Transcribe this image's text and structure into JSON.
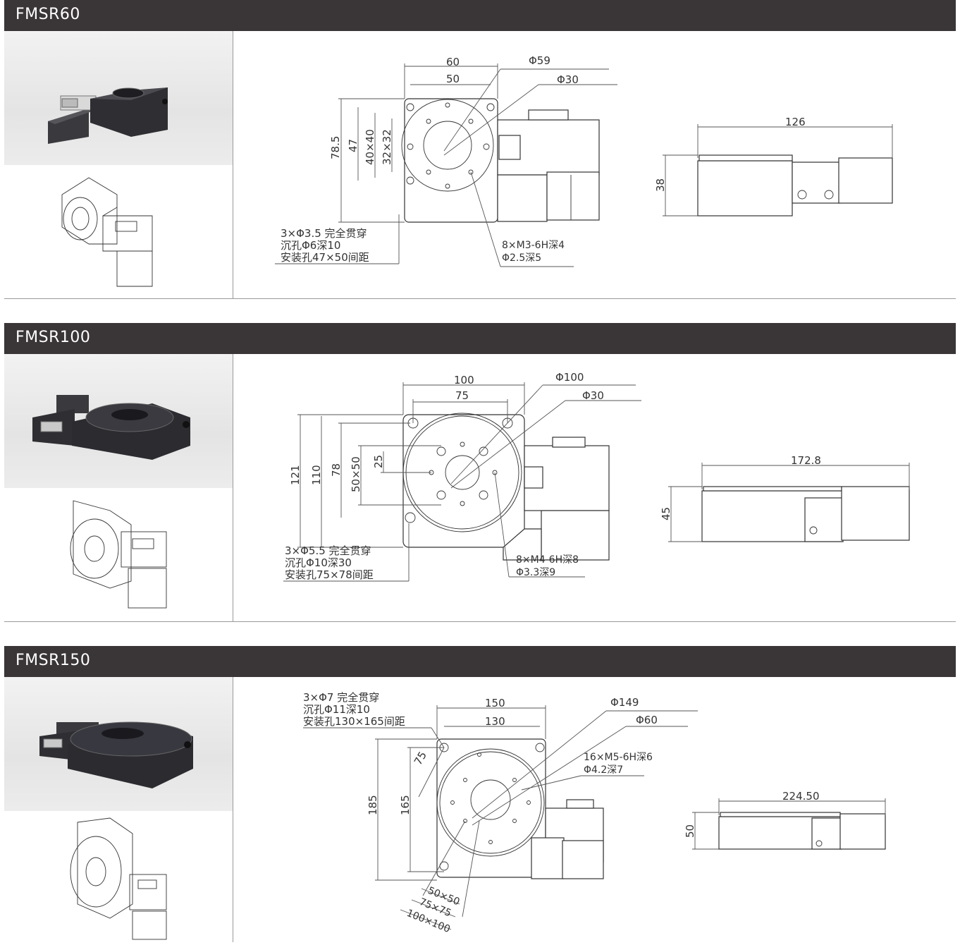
{
  "sections": [
    {
      "model": "FMSR60",
      "front": {
        "width": "60",
        "hole_pitch": "50",
        "big_dia": "Φ59",
        "small_dia": "Φ30",
        "h1": "78.5",
        "h2": "47",
        "h3": "40×40",
        "h4": "32×32"
      },
      "side": {
        "length": "126",
        "height": "38"
      },
      "note_left": [
        "3×Φ3.5 完全贯穿",
        "沉孔Φ6深10",
        "安装孔47×50间距"
      ],
      "note_right": [
        "8×M3-6H深4",
        "Φ2.5深5"
      ]
    },
    {
      "model": "FMSR100",
      "front": {
        "width": "100",
        "hole_pitch": "75",
        "big_dia": "Φ100",
        "small_dia": "Φ30",
        "h1": "121",
        "h2": "110",
        "h3": "78",
        "h4": "50×50",
        "h5": "25"
      },
      "side": {
        "length": "172.8",
        "height": "45"
      },
      "note_left": [
        "3×Φ5.5 完全贯穿",
        "沉孔Φ10深30",
        "安装孔75×78间距"
      ],
      "note_right": [
        "8×M4-6H深8",
        "Φ3.3深9"
      ]
    },
    {
      "model": "FMSR150",
      "front": {
        "width": "150",
        "hole_pitch": "130",
        "big_dia": "Φ149",
        "small_dia": "Φ60",
        "h1": "185",
        "h2": "165",
        "diag": "75",
        "diag_a": "50×50",
        "diag_b": "75×75",
        "diag_c": "100×100"
      },
      "side": {
        "length": "224.50",
        "height": "50"
      },
      "note_left": [
        "3×Φ7 完全贯穿",
        "沉孔Φ11深10",
        "安装孔130×165间距"
      ],
      "note_right": [
        "16×M5-6H深6",
        "Φ4.2深7"
      ]
    }
  ]
}
